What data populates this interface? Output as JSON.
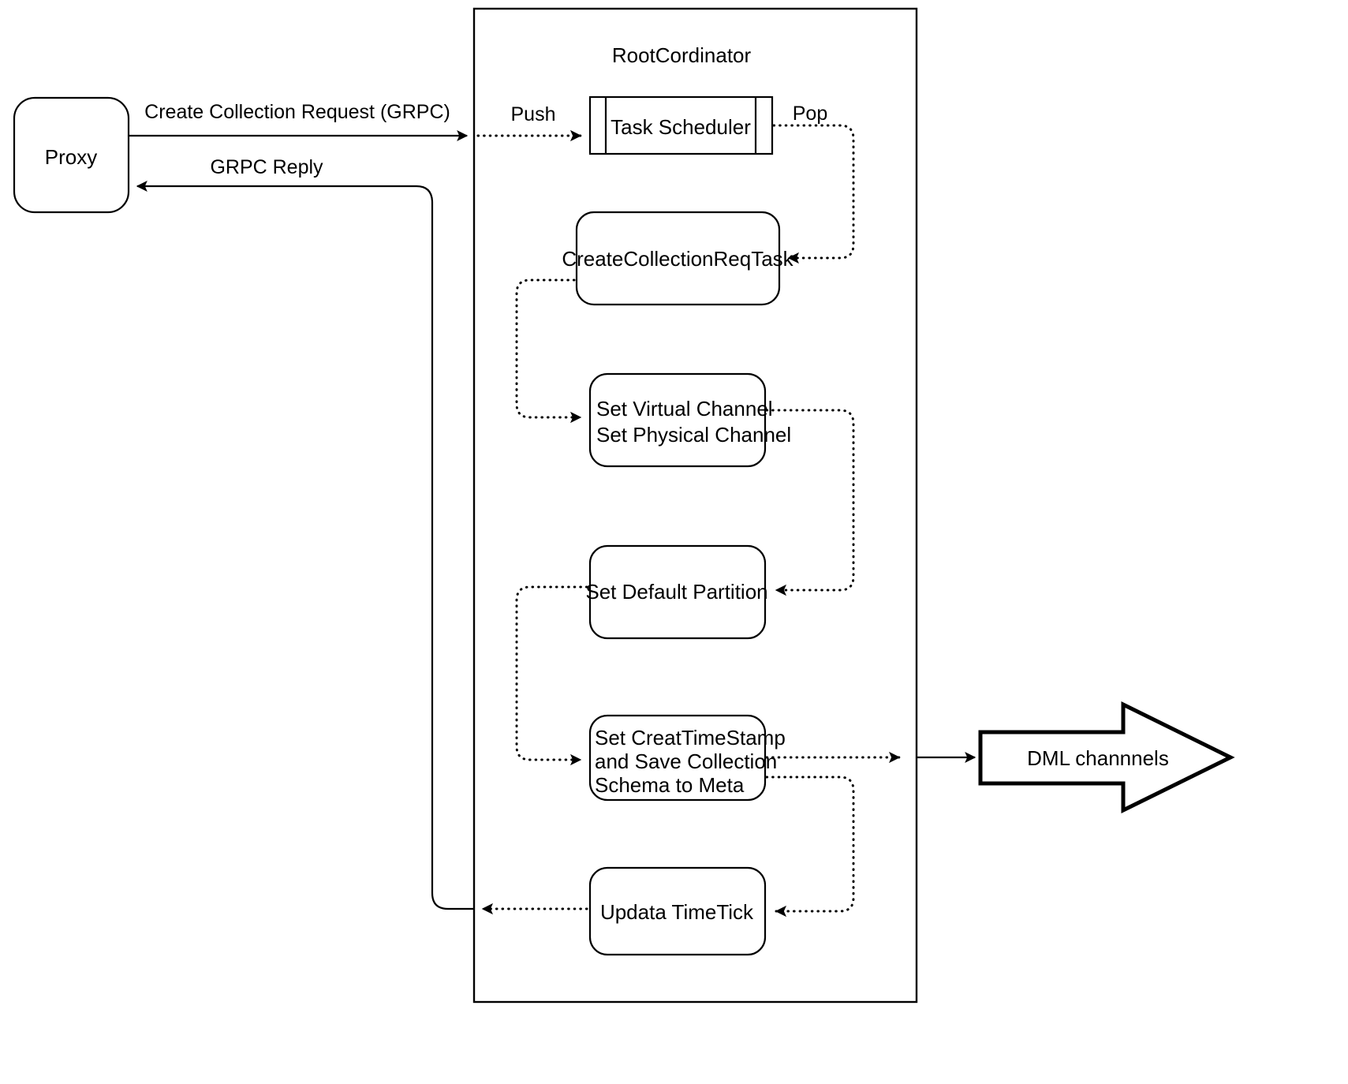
{
  "diagram": {
    "title_visible": false,
    "container": {
      "label": "RootCordinator"
    },
    "nodes": {
      "proxy": {
        "label": "Proxy"
      },
      "task_scheduler": {
        "label": "Task Scheduler"
      },
      "create_collection_req_task": {
        "label": "CreateCollectionReqTask"
      },
      "set_channels": {
        "line1": "Set Virtual Channel",
        "line2": "Set Physical Channel"
      },
      "set_default_partition": {
        "label": "Set Default Partition"
      },
      "set_create_timestamp": {
        "line1": "Set CreatTimeStamp",
        "line2": "and Save Collection",
        "line3": "Schema to Meta"
      },
      "updata_timetick": {
        "label": "Updata TimeTick"
      },
      "dml_channels": {
        "label": "DML channnels"
      }
    },
    "edge_labels": {
      "create_collection_request": "Create Collection Request (GRPC)",
      "grpc_reply": "GRPC Reply",
      "push": "Push",
      "pop": "Pop"
    },
    "colors": {
      "stroke": "#000000",
      "fill": "#ffffff",
      "background": "#ffffff"
    }
  }
}
